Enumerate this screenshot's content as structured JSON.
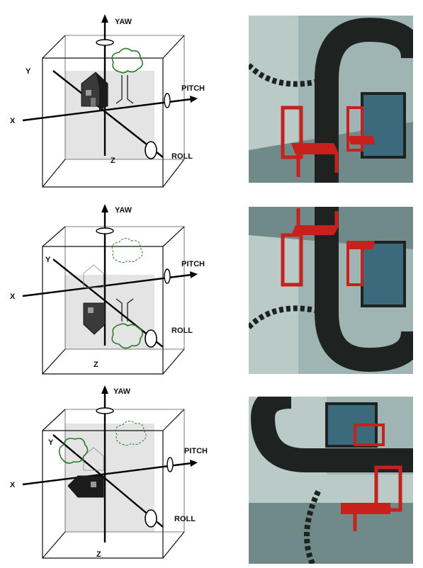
{
  "figure": {
    "rows": [
      {
        "id": "row-1",
        "orientation": "upright",
        "labels": {
          "yaw": "YAW",
          "pitch": "PITCH",
          "roll": "ROLL",
          "x": "X",
          "y": "Y",
          "z": "Z"
        },
        "photo_content": "red chair scene, upright"
      },
      {
        "id": "row-2",
        "orientation": "rolled",
        "labels": {
          "yaw": "YAW",
          "pitch": "PITCH",
          "roll": "ROLL",
          "x": "X",
          "y": "Y",
          "z": "Z"
        },
        "photo_content": "red chair scene, rolled"
      },
      {
        "id": "row-3",
        "orientation": "pitched",
        "labels": {
          "yaw": "YAW",
          "pitch": "PITCH",
          "roll": "ROLL",
          "x": "X",
          "y": "Y",
          "z": "Z"
        },
        "photo_content": "red chair scene, pitched"
      }
    ]
  },
  "colors": {
    "chair": "#c8201c",
    "tree": "#2a7a2a",
    "arch": "#1e2322",
    "wall": "#b9cac7",
    "floor": "#6f8a88"
  }
}
